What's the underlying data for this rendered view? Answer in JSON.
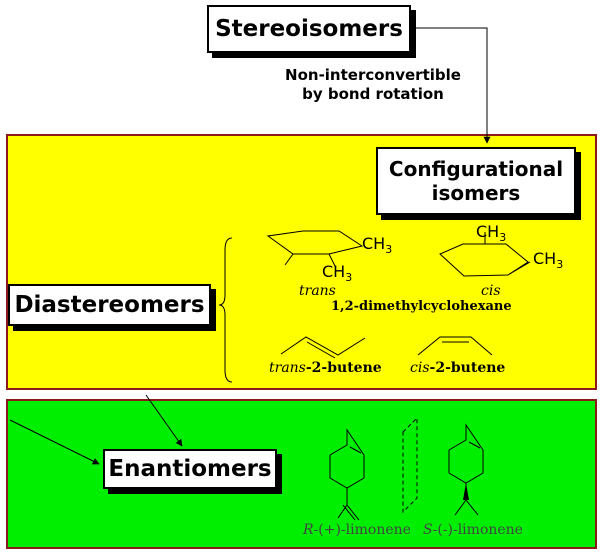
{
  "stereoisomers": "Stereoisomers",
  "note": [
    "Non-interconvertible",
    "by bond rotation"
  ],
  "configurational": [
    "Configurational",
    "isomers"
  ],
  "diastereomers": "Diastereomers",
  "enantiomers": "Enantiomers",
  "cyclohexane": {
    "ch3": "CH",
    "sub3": "3",
    "trans": "trans",
    "cis": "cis",
    "name": "1,2-dimethylcyclohexane"
  },
  "butene": {
    "trans_prefix": "trans",
    "trans_suffix": "-2-butene",
    "cis_prefix": "cis",
    "cis_suffix": "-2-butene"
  },
  "limonene": {
    "r_prefix": "R",
    "r_suffix": "-(+)-limonene",
    "s_prefix": "S",
    "s_suffix": "-(-)-limonene"
  },
  "colors": {
    "panel_yellow": "#ffff00",
    "panel_green": "#00ee00",
    "border": "#8b1a1a"
  }
}
